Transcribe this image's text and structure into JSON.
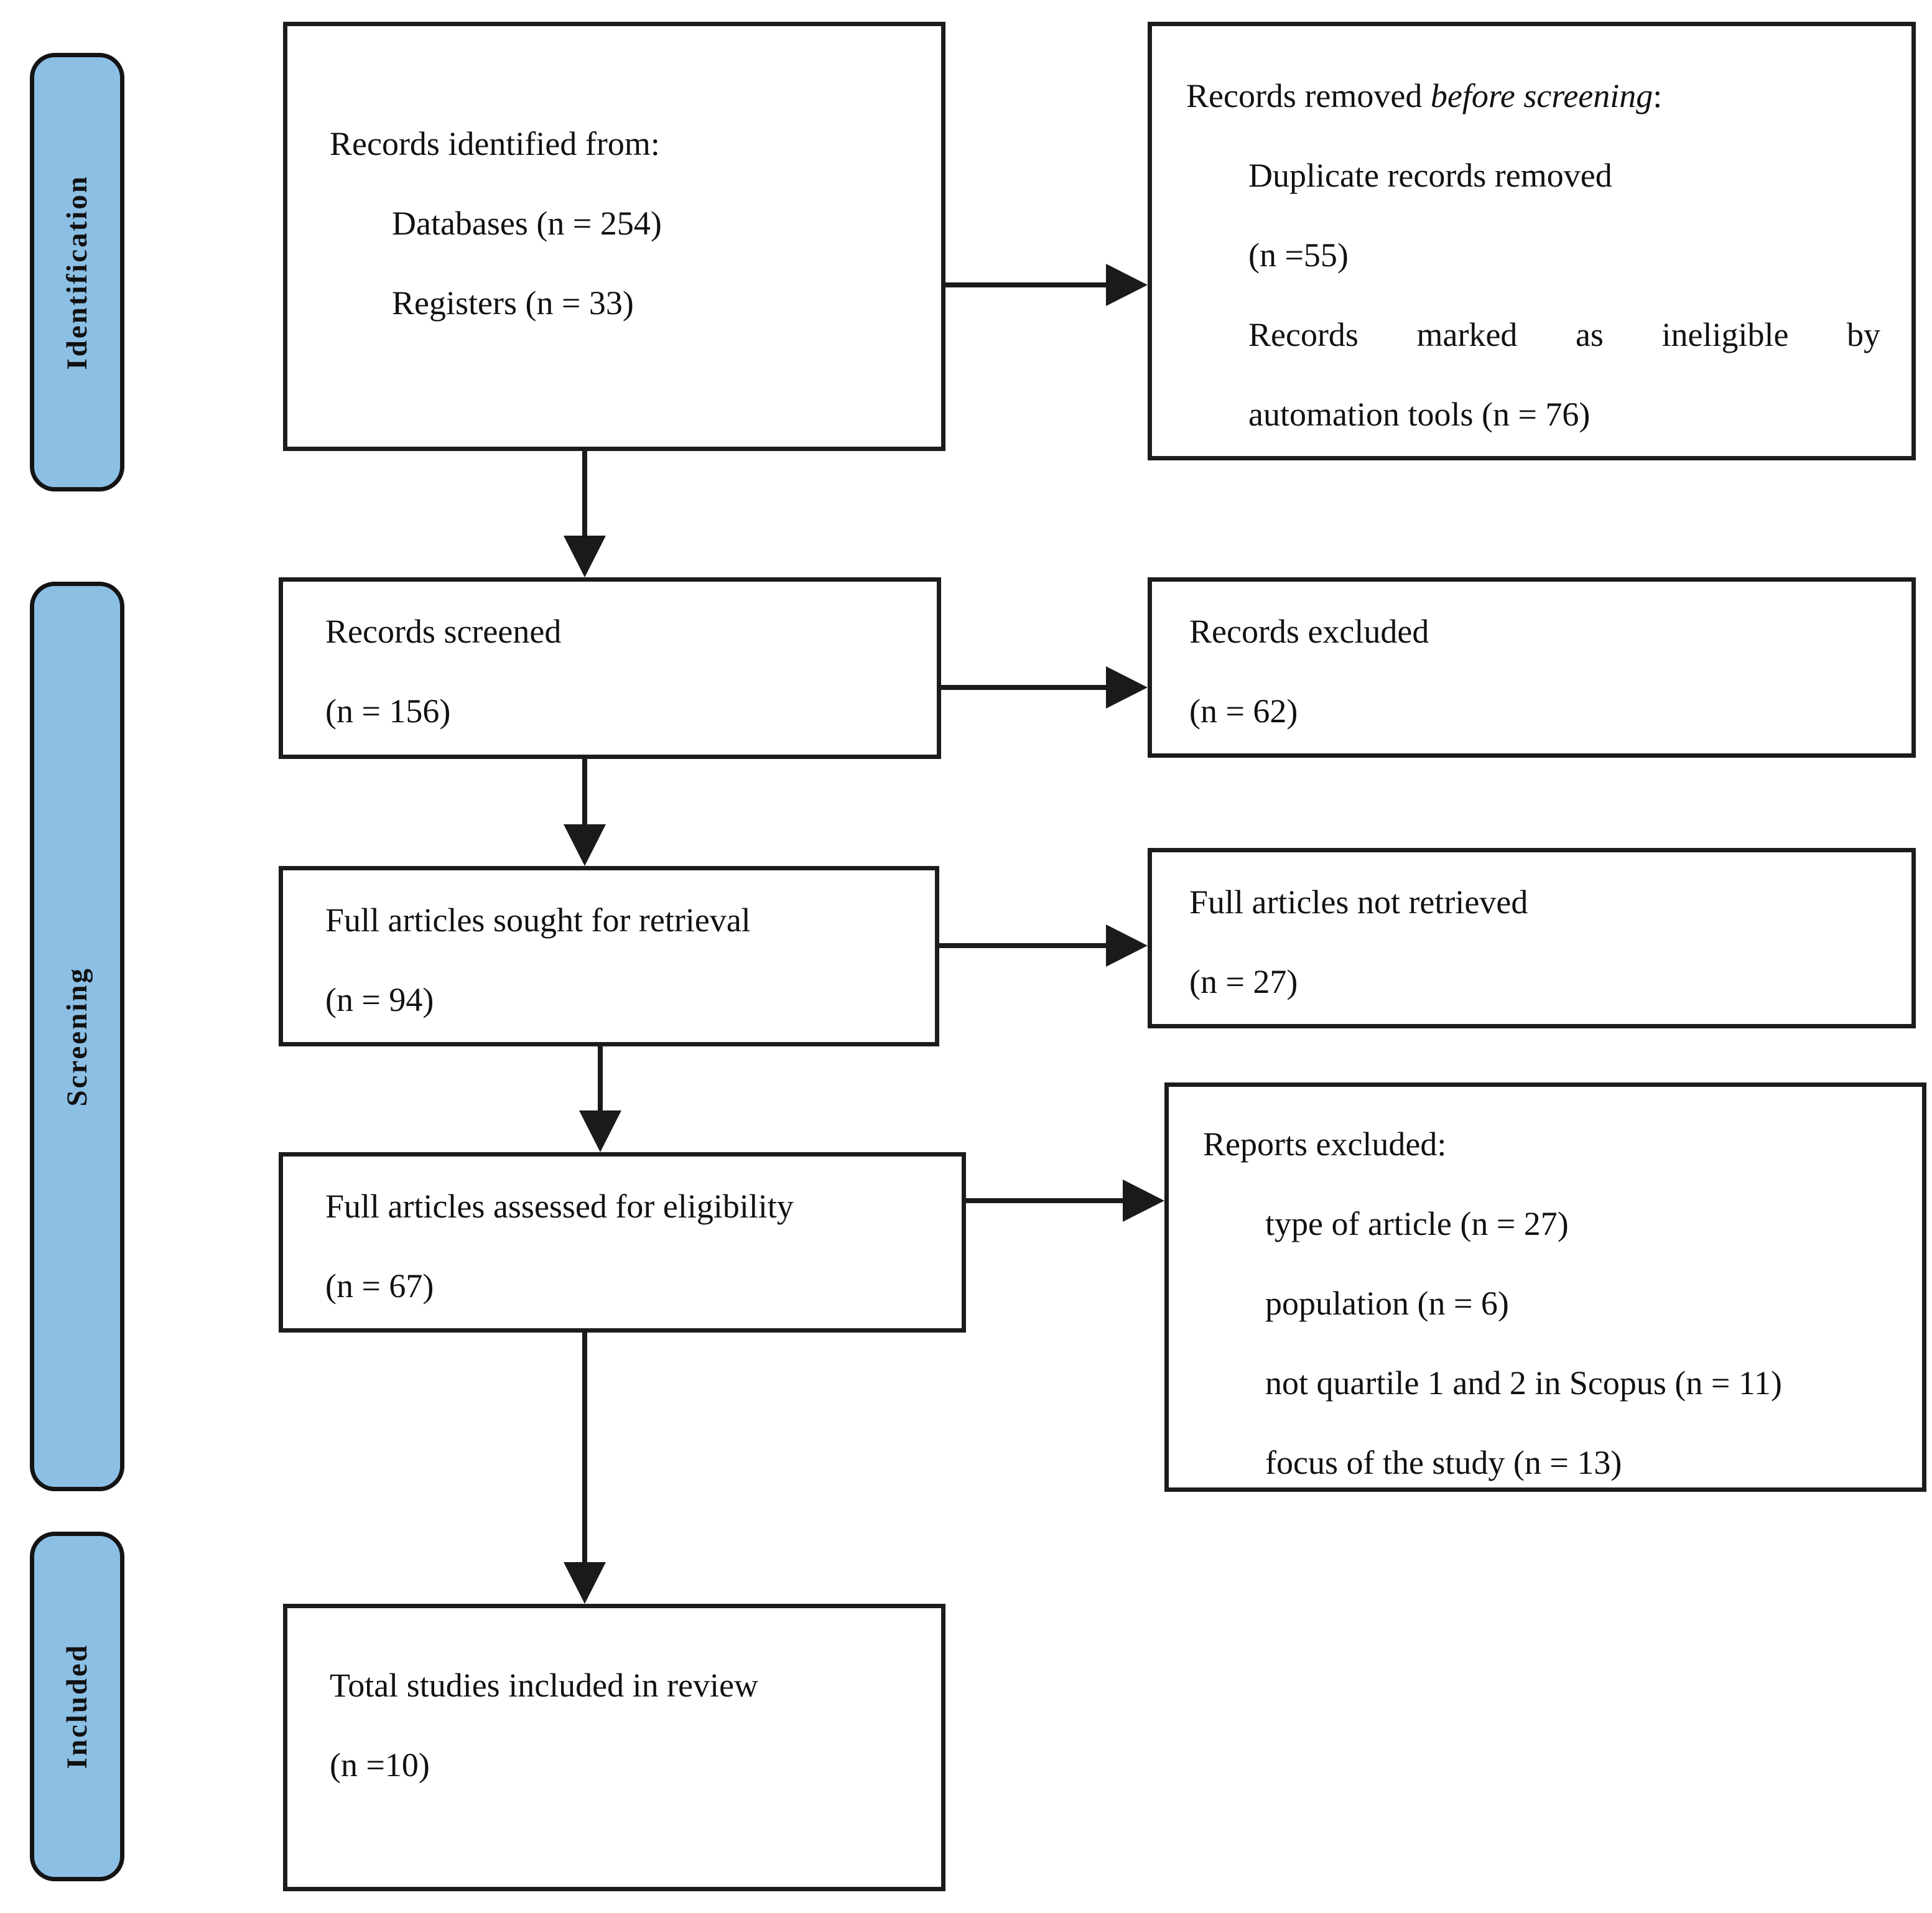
{
  "sidebar": {
    "items": [
      {
        "label": "Identification"
      },
      {
        "label": "Screening"
      },
      {
        "label": "Included"
      }
    ]
  },
  "flow": {
    "identified": {
      "heading": "Records identified from:",
      "lines": [
        "Databases (n = 254)",
        "Registers (n = 33)"
      ]
    },
    "removed": {
      "heading_pre": "Records removed ",
      "heading_em": "before screening",
      "heading_post": ":",
      "lines": [
        "Duplicate records removed",
        "(n =55)",
        "Records marked as ineligible by",
        "automation tools (n = 76)"
      ]
    },
    "screened": {
      "lines": [
        "Records screened",
        "(n = 156)"
      ]
    },
    "excluded": {
      "lines": [
        "Records excluded",
        "(n = 62)"
      ]
    },
    "sought": {
      "lines": [
        "Full articles sought for retrieval",
        "(n = 94)"
      ]
    },
    "not_retrieved": {
      "lines": [
        "Full articles not retrieved",
        "(n = 27)"
      ]
    },
    "assessed": {
      "lines": [
        "Full articles assessed for eligibility",
        "(n = 67)"
      ]
    },
    "reports_excluded": {
      "heading": "Reports excluded:",
      "lines": [
        "type of article (n = 27)",
        "population (n = 6)",
        "not quartile 1 and 2 in Scopus (n = 11)",
        "focus of the study (n = 13)"
      ]
    },
    "included": {
      "lines": [
        "Total studies included in review",
        "(n =10)"
      ]
    }
  },
  "colors": {
    "stage_fill": "#8cbfe4",
    "box_border": "#1c1c1c",
    "arrow": "#1a1a1a"
  }
}
